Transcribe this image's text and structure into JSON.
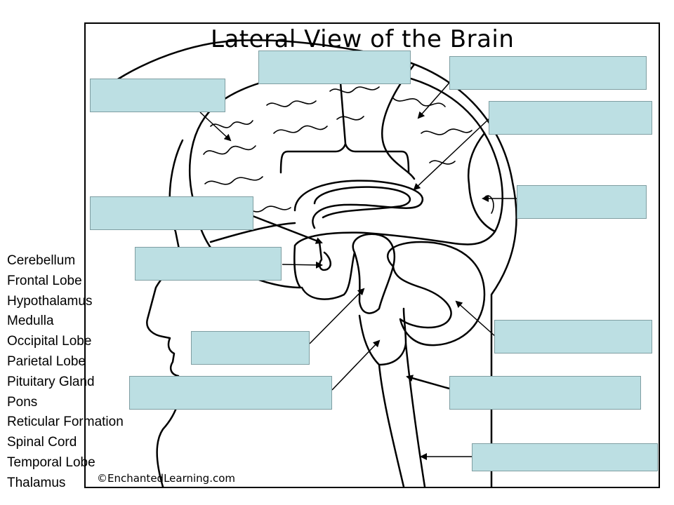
{
  "diagram": {
    "title": "Lateral View of the Brain",
    "copyright": "©EnchantedLearning.com"
  },
  "word_bank": [
    "Cerebellum",
    "Frontal Lobe",
    "Hypothalamus",
    "Medulla",
    "Occipital Lobe",
    "Parietal Lobe",
    "Pituitary Gland",
    "Pons",
    "Reticular Formation",
    "Spinal Cord",
    "Temporal Lobe",
    "Thalamus"
  ],
  "colors": {
    "label_box_fill": "#bcdfe3",
    "line": "#000000",
    "page": "#ffffff"
  }
}
